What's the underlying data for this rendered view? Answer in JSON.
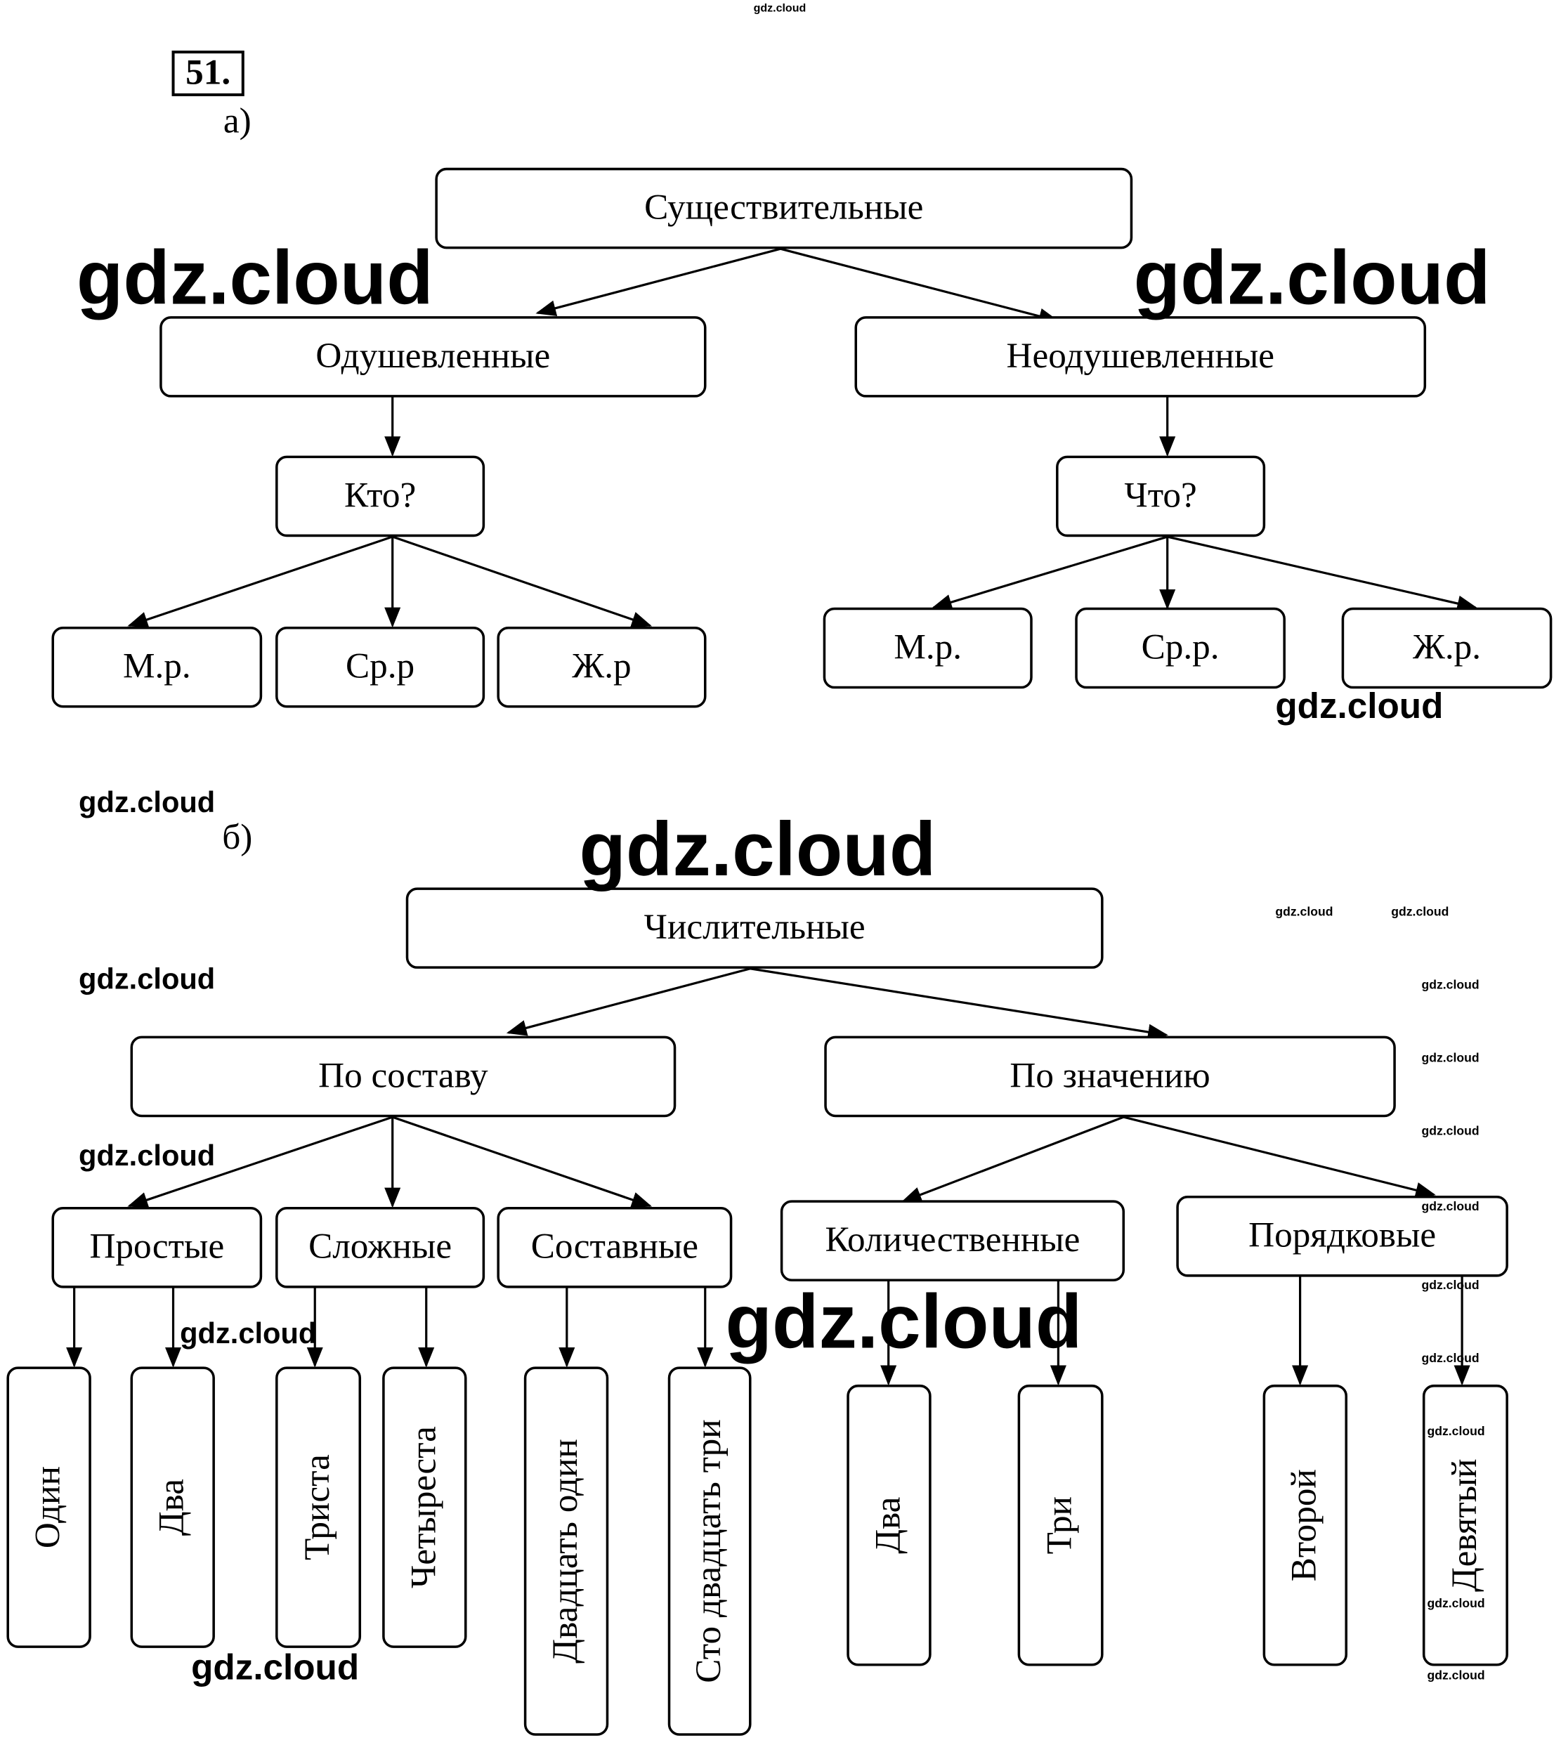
{
  "exercise_number": "51.",
  "part_a": {
    "label": "а)",
    "root": "Существительные",
    "animate": "Одушевленные",
    "inanimate": "Неодушевленные",
    "who": "Кто?",
    "what": "Что?",
    "animate_genders": [
      "М.р.",
      "Ср.р",
      "Ж.р"
    ],
    "inanimate_genders": [
      "М.р.",
      "Ср.р.",
      "Ж.р."
    ]
  },
  "part_b": {
    "label": "б)",
    "root": "Числительные",
    "by_composition": "По составу",
    "by_meaning": "По значению",
    "composition_types": [
      "Простые",
      "Сложные",
      "Составные"
    ],
    "meaning_types": [
      "Количественные",
      "Порядковые"
    ],
    "examples_simple": [
      "Один",
      "Два"
    ],
    "examples_complex": [
      "Триста",
      "Четыреста"
    ],
    "examples_compound": [
      "Двадцать один",
      "Сто двадцать три"
    ],
    "examples_cardinal": [
      "Два",
      "Три"
    ],
    "examples_ordinal": [
      "Второй",
      "Девятый"
    ]
  },
  "watermark": "gdz.cloud",
  "colors": {
    "watermark_top": "#3344cc",
    "ink": "#000000"
  }
}
